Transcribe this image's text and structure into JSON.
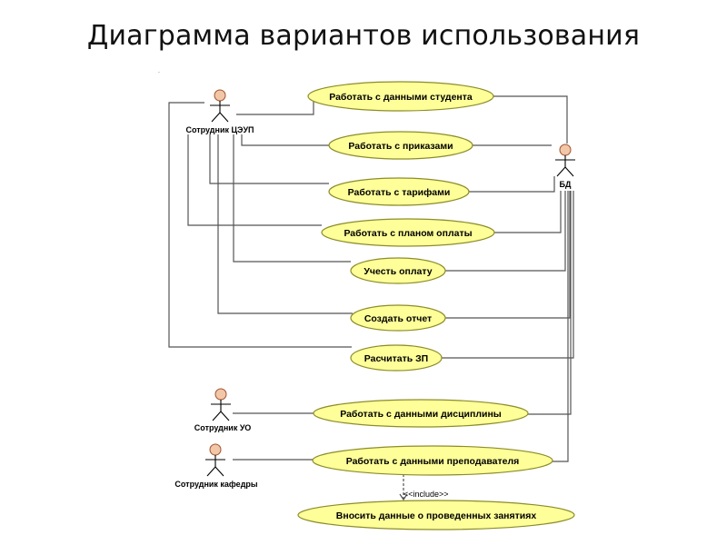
{
  "title": "Диаграмма вариантов использования",
  "actors": {
    "ceup": "Сотрудник ЦЭУП",
    "bd": "БД",
    "uo": "Сотрудник УО",
    "kafedra": "Сотрудник кафедры"
  },
  "use_cases": {
    "student_data": "Работать с данными студента",
    "orders": "Работать с приказами",
    "tariffs": "Работать с тарифами",
    "payment_plan": "Работать с планом оплаты",
    "record_payment": "Учесть оплату",
    "create_report": "Создать отчет",
    "calc_salary": "Расчитать ЗП",
    "discipline_data": "Работать с данными дисциплины",
    "teacher_data": "Работать с данными преподавателя",
    "enter_lessons": "Вносить данные о проведенных занятиях"
  },
  "relations": {
    "include": "<<include>>"
  },
  "colors": {
    "use_case_fill": "#ffff99",
    "use_case_border": "#8c8c2a",
    "connector": "#555555",
    "actor_head": "#f2c7a8"
  }
}
